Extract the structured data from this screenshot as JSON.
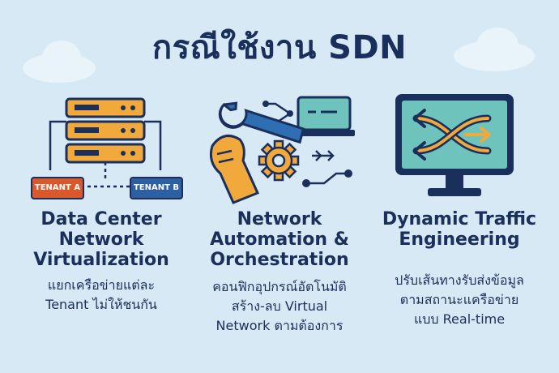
{
  "title": "กรณีใช้งาน SDN",
  "colors": {
    "navy": "#1b2f5c",
    "orange": "#f2a93b",
    "blue": "#2e6fb3",
    "tenant_a": "#d9582c",
    "tenant_b": "#2d5fa3",
    "teal": "#6fc3bd",
    "background": "#d6e9f4"
  },
  "columns": [
    {
      "icon": "server-rack-icon",
      "tenants": [
        "TENANT A",
        "TENANT B"
      ],
      "heading": [
        "Data Center",
        "Network",
        "Virtualization"
      ],
      "description": [
        "แยกเครือข่ายแต่ละ",
        "Tenant ไม่ให้ชนกัน"
      ]
    },
    {
      "icon": "wrench-gear-icon",
      "heading": [
        "Network",
        "Automation &",
        "Orchestration"
      ],
      "description": [
        "คอนฟิกอุปกรณ์อัตโนมัติ",
        "สร้าง-ลบ Virtual",
        "Network ตามต้องการ"
      ]
    },
    {
      "icon": "monitor-traffic-icon",
      "heading": [
        "Dynamic Traffic",
        "Engineering"
      ],
      "description": [
        "ปรับเส้นทางรับส่งข้อมูล",
        "ตามสถานะแครือข่าย",
        "แบบ Real-time"
      ]
    }
  ]
}
